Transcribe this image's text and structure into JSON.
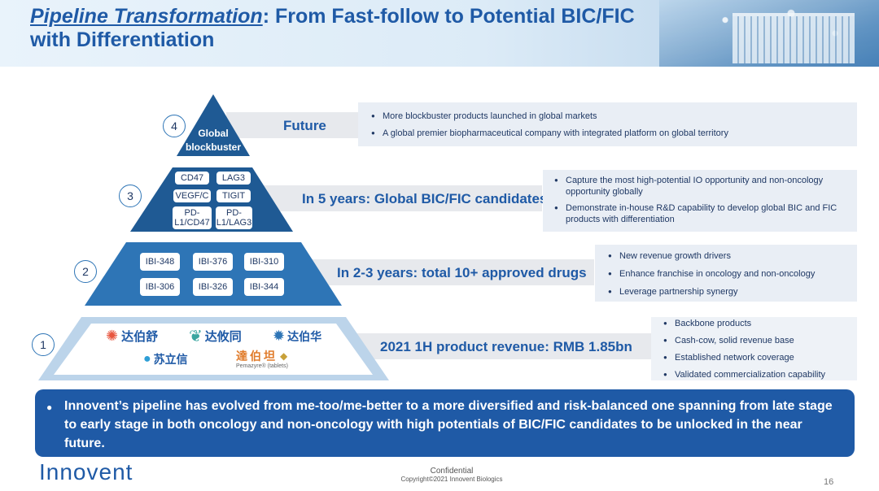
{
  "header": {
    "title_em": "Pipeline Transformation",
    "title_rest": ": From Fast-follow to Potential BIC/FIC with Differentiation"
  },
  "tiers": {
    "t4": {
      "num": "4",
      "pyramid_text": "Global blockbuster",
      "label": "Future",
      "bullets": [
        "More blockbuster products launched in global markets",
        "A global premier biopharmaceutical company with integrated platform on global territory"
      ]
    },
    "t3": {
      "num": "3",
      "boxes": [
        "CD47",
        "LAG3",
        "VEGF/C",
        "TIGIT",
        "PD-L1/CD47",
        "PD-L1/LAG3"
      ],
      "label": "In 5 years: Global BIC/FIC candidates",
      "bullets": [
        "Capture the most high-potential IO opportunity and non-oncology opportunity globally",
        "Demonstrate in-house R&D capability to develop global BIC and FIC products with differentiation"
      ]
    },
    "t2": {
      "num": "2",
      "boxes": [
        "IBI-348",
        "IBI-376",
        "IBI-310",
        "IBI-306",
        "IBI-326",
        "IBI-344"
      ],
      "label": "In 2-3 years: total 10+ approved drugs",
      "bullets": [
        "New revenue growth drivers",
        "Enhance franchise in oncology and non-oncology",
        "Leverage partnership synergy"
      ]
    },
    "t1": {
      "num": "1",
      "products": [
        "达伯舒",
        "达攸同",
        "达伯华",
        "苏立信",
        "達伯坦"
      ],
      "product_sub": "Pemazyre® (tablets)",
      "label": "2021 1H product revenue: RMB 1.85bn",
      "bullets": [
        "Backbone products",
        "Cash-cow, solid revenue base",
        "Established network coverage",
        "Validated commercialization capability"
      ]
    }
  },
  "banner": {
    "text": "Innovent’s pipeline has evolved from me-too/me-better to a more diversified and risk-balanced one spanning from late stage to early stage in both oncology and non-oncology with high potentials of BIC/FIC candidates to be unlocked in the near future."
  },
  "footer": {
    "logo": "Innovent",
    "confidential": "Confidential",
    "copyright": "Copyright©2021 Innovent Biologics",
    "page": "16"
  },
  "colors": {
    "primary": "#1f5aa6",
    "pyramid_dark": "#1f5a94",
    "pyramid_mid": "#2e75b6",
    "pyramid_light": "#bcd4ea"
  }
}
